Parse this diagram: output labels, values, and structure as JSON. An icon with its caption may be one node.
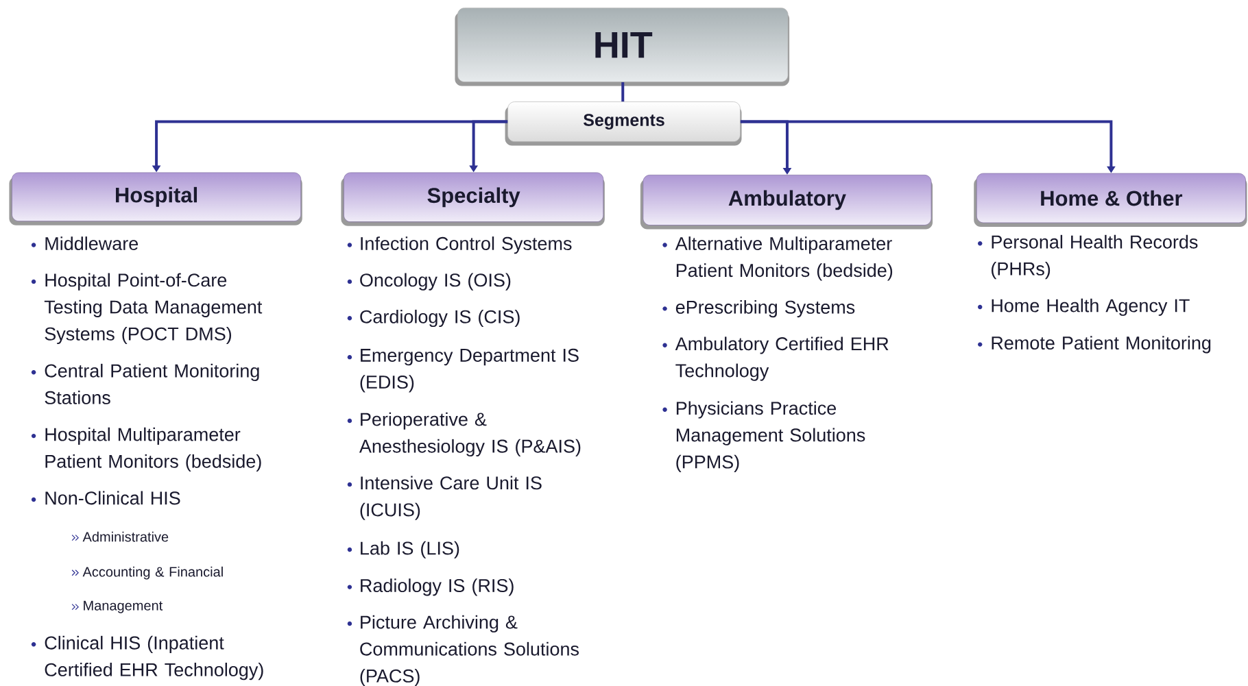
{
  "diagram": {
    "nodes": [
      {
        "text": [
          "HIT"
        ]
      },
      {
        "text": [
          "Segments"
        ]
      },
      {
        "text": [
          "Hospital"
        ],
        "beside": [
          "Middleware",
          "Hospital Point-of-Care Testing Data Management Systems (POCT DMS)",
          "Central Patient Monitoring Stations",
          "Hospital Multiparameter Patient Monitors (bedside)",
          "Non-Clinical HIS",
          "Administrative",
          "Accounting & Financial",
          "Management",
          "Clinical HIS (Inpatient Certified EHR Technology)"
        ]
      },
      {
        "text": [
          "Specialty"
        ],
        "beside": [
          "Infection Control Systems",
          "Oncology IS (OIS)",
          "Cardiology IS (CIS)",
          "Emergency Department IS (EDIS)",
          "Perioperative & Anesthesiology IS (P&AIS)",
          "Intensive Care Unit IS (ICUIS)",
          "Lab IS (LIS)",
          "Radiology IS (RIS)",
          "Picture Archiving & Communications Solutions (PACS)"
        ]
      },
      {
        "text": [
          "Ambulatory"
        ],
        "beside": [
          "Alternative Multiparameter Patient Monitors (bedside)",
          "ePrescribing Systems",
          "Ambulatory Certified EHR Technology",
          "Physicians Practice Management Solutions (PPMS)"
        ]
      },
      {
        "text": [
          "Home & Other"
        ],
        "beside": [
          "Personal Health Records (PHRs)",
          "Home Health Agency IT",
          "Remote Patient Monitoring"
        ]
      }
    ],
    "edges": [
      {
        "from": 0,
        "to": 1,
        "arrow": "none"
      },
      {
        "from": 1,
        "to": 2,
        "arrow": "to"
      },
      {
        "from": 1,
        "to": 3,
        "arrow": "to"
      },
      {
        "from": 1,
        "to": 4,
        "arrow": "to"
      },
      {
        "from": 1,
        "to": 5,
        "arrow": "to"
      }
    ]
  }
}
